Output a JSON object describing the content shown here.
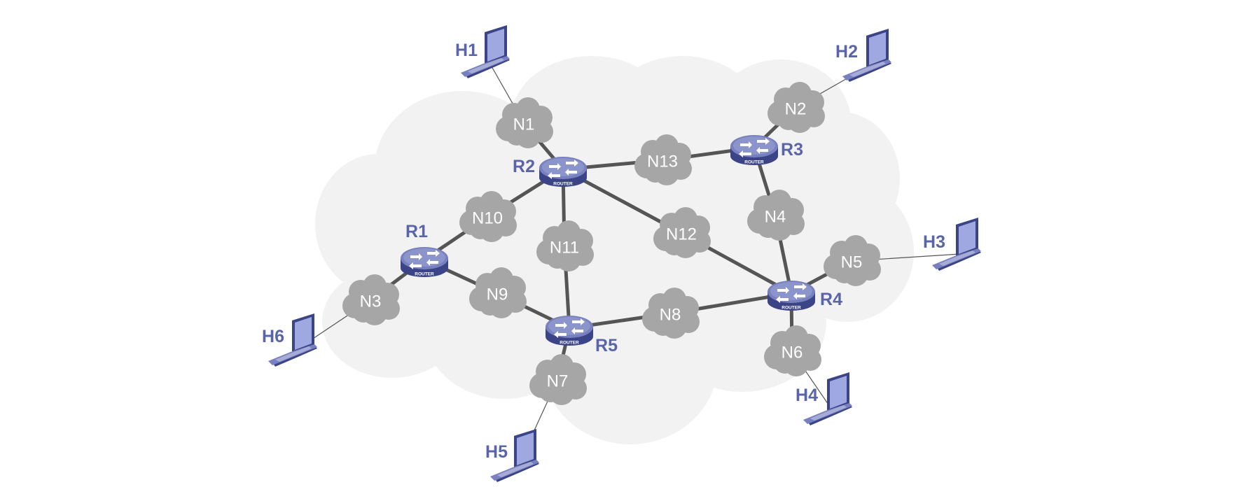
{
  "colors": {
    "background_cloud": "#f2f2f2",
    "network_cloud": "#a6a6a6",
    "router_top": "#7880c0",
    "router_side": "#3c4488",
    "label": "#5a64a8",
    "link": "#555555"
  },
  "device_caption": "ROUTER",
  "routers": [
    {
      "id": "R1",
      "label": "R1"
    },
    {
      "id": "R2",
      "label": "R2"
    },
    {
      "id": "R3",
      "label": "R3"
    },
    {
      "id": "R4",
      "label": "R4"
    },
    {
      "id": "R5",
      "label": "R5"
    }
  ],
  "networks": [
    {
      "id": "N1",
      "label": "N1"
    },
    {
      "id": "N2",
      "label": "N2"
    },
    {
      "id": "N3",
      "label": "N3"
    },
    {
      "id": "N4",
      "label": "N4"
    },
    {
      "id": "N5",
      "label": "N5"
    },
    {
      "id": "N6",
      "label": "N6"
    },
    {
      "id": "N7",
      "label": "N7"
    },
    {
      "id": "N8",
      "label": "N8"
    },
    {
      "id": "N9",
      "label": "N9"
    },
    {
      "id": "N10",
      "label": "N10"
    },
    {
      "id": "N11",
      "label": "N11"
    },
    {
      "id": "N12",
      "label": "N12"
    },
    {
      "id": "N13",
      "label": "N13"
    }
  ],
  "hosts": [
    {
      "id": "H1",
      "label": "H1"
    },
    {
      "id": "H2",
      "label": "H2"
    },
    {
      "id": "H3",
      "label": "H3"
    },
    {
      "id": "H4",
      "label": "H4"
    },
    {
      "id": "H5",
      "label": "H5"
    },
    {
      "id": "H6",
      "label": "H6"
    }
  ],
  "links": [
    {
      "from": "R2",
      "to": "N1",
      "style": "thick"
    },
    {
      "from": "R2",
      "to": "N13",
      "style": "thick"
    },
    {
      "from": "N13",
      "to": "R3",
      "style": "thick"
    },
    {
      "from": "R2",
      "to": "N10",
      "style": "thick"
    },
    {
      "from": "N10",
      "to": "R1",
      "style": "thick"
    },
    {
      "from": "R2",
      "to": "N11",
      "style": "thick"
    },
    {
      "from": "N11",
      "to": "R5",
      "style": "thick"
    },
    {
      "from": "R2",
      "to": "N12",
      "style": "thick"
    },
    {
      "from": "N12",
      "to": "R4",
      "style": "thick"
    },
    {
      "from": "R3",
      "to": "N2",
      "style": "thick"
    },
    {
      "from": "R3",
      "to": "N4",
      "style": "thick"
    },
    {
      "from": "N4",
      "to": "R4",
      "style": "thick"
    },
    {
      "from": "R4",
      "to": "N5",
      "style": "thick"
    },
    {
      "from": "R4",
      "to": "N6",
      "style": "thick"
    },
    {
      "from": "R4",
      "to": "N8",
      "style": "thick"
    },
    {
      "from": "N8",
      "to": "R5",
      "style": "thick"
    },
    {
      "from": "R5",
      "to": "N9",
      "style": "thick"
    },
    {
      "from": "N9",
      "to": "R1",
      "style": "thick"
    },
    {
      "from": "R5",
      "to": "N7",
      "style": "thick"
    },
    {
      "from": "R1",
      "to": "N3",
      "style": "thick"
    },
    {
      "from": "N1",
      "to": "H1",
      "style": "thin"
    },
    {
      "from": "N2",
      "to": "H2",
      "style": "thin"
    },
    {
      "from": "N5",
      "to": "H3",
      "style": "thin"
    },
    {
      "from": "N6",
      "to": "H4",
      "style": "thin"
    },
    {
      "from": "N7",
      "to": "H5",
      "style": "thin"
    },
    {
      "from": "N3",
      "to": "H6",
      "style": "thin"
    }
  ]
}
